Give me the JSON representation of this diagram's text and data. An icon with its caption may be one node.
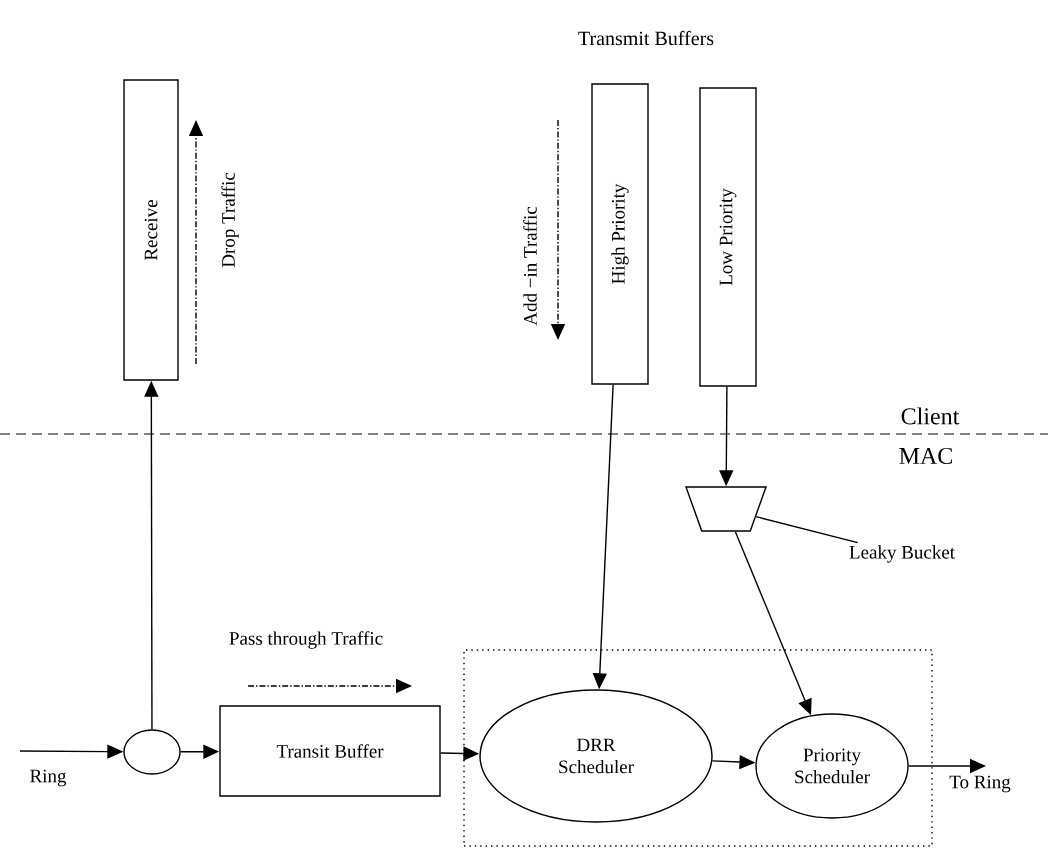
{
  "diagram": {
    "nodes": [
      {
        "text": [
          "Receive"
        ]
      },
      {
        "text": [
          "High Priority"
        ]
      },
      {
        "text": [
          "Low Priority"
        ]
      },
      {
        "text": [],
        "shape": "trapezoid"
      },
      {
        "text": [
          "Leaky Bucket"
        ]
      },
      {
        "text": [],
        "shape": "circle"
      },
      {
        "text": [
          "Transit Buffer"
        ]
      },
      {
        "text": [],
        "shape": "box"
      },
      {
        "text": [
          "DRR Scheduler"
        ],
        "in": 7
      },
      {
        "text": [
          "Priority Scheduler"
        ],
        "in": 7
      }
    ],
    "edges": [
      {
        "from": null,
        "to": 5,
        "arrow": "to",
        "label": "Ring"
      },
      {
        "from": 5,
        "to": 0,
        "arrow": "to"
      },
      {
        "from": 5,
        "to": 6,
        "arrow": "to"
      },
      {
        "from": 6,
        "to": 8,
        "arrow": "to"
      },
      {
        "from": 8,
        "to": 9,
        "arrow": "to"
      },
      {
        "from": 9,
        "to": null,
        "arrow": "to",
        "label": "To Ring"
      },
      {
        "from": 1,
        "to": 8,
        "arrow": "to"
      },
      {
        "from": 2,
        "to": 3,
        "arrow": "to"
      },
      {
        "from": 3,
        "to": 9,
        "arrow": "to"
      },
      {
        "from": 4,
        "to": 3,
        "arrow": "none"
      }
    ],
    "labels": [
      "Transmit Buffers",
      "Drop Traffic",
      "Add −in Traffic",
      "Pass through Traffic",
      "Client",
      "MAC"
    ]
  }
}
